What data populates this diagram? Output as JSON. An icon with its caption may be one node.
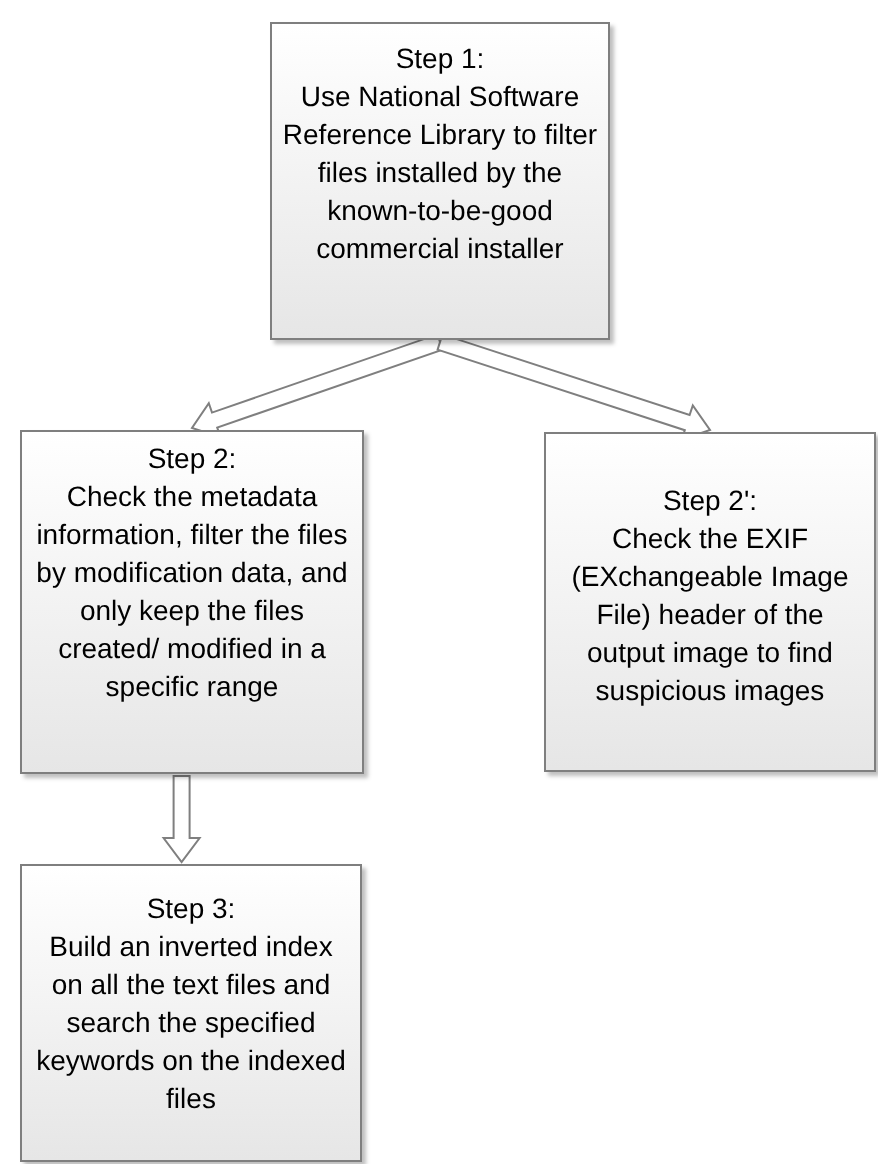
{
  "diagram": {
    "nodes": [
      {
        "text": [
          "Step 1:",
          "Use National Software Reference Library to filter files installed by the known-to-be-good commercial installer"
        ]
      },
      {
        "text": [
          "Step 2:",
          "Check the metadata information, filter the files by modification data, and only keep the files created/ modified in a specific range"
        ]
      },
      {
        "text": [
          "Step 2':",
          "Check the EXIF (EXchangeable Image File) header of the output image to find suspicious images"
        ]
      },
      {
        "text": [
          "Step 3:",
          "Build an inverted index on all the text files and search the specified keywords on the indexed files"
        ]
      }
    ],
    "edges": [
      {
        "from": 0,
        "to": 1,
        "arrow": "to",
        "style": "thick"
      },
      {
        "from": 0,
        "to": 2,
        "arrow": "to",
        "style": "thick"
      },
      {
        "from": 1,
        "to": 3,
        "arrow": "to",
        "style": "thick"
      }
    ]
  }
}
